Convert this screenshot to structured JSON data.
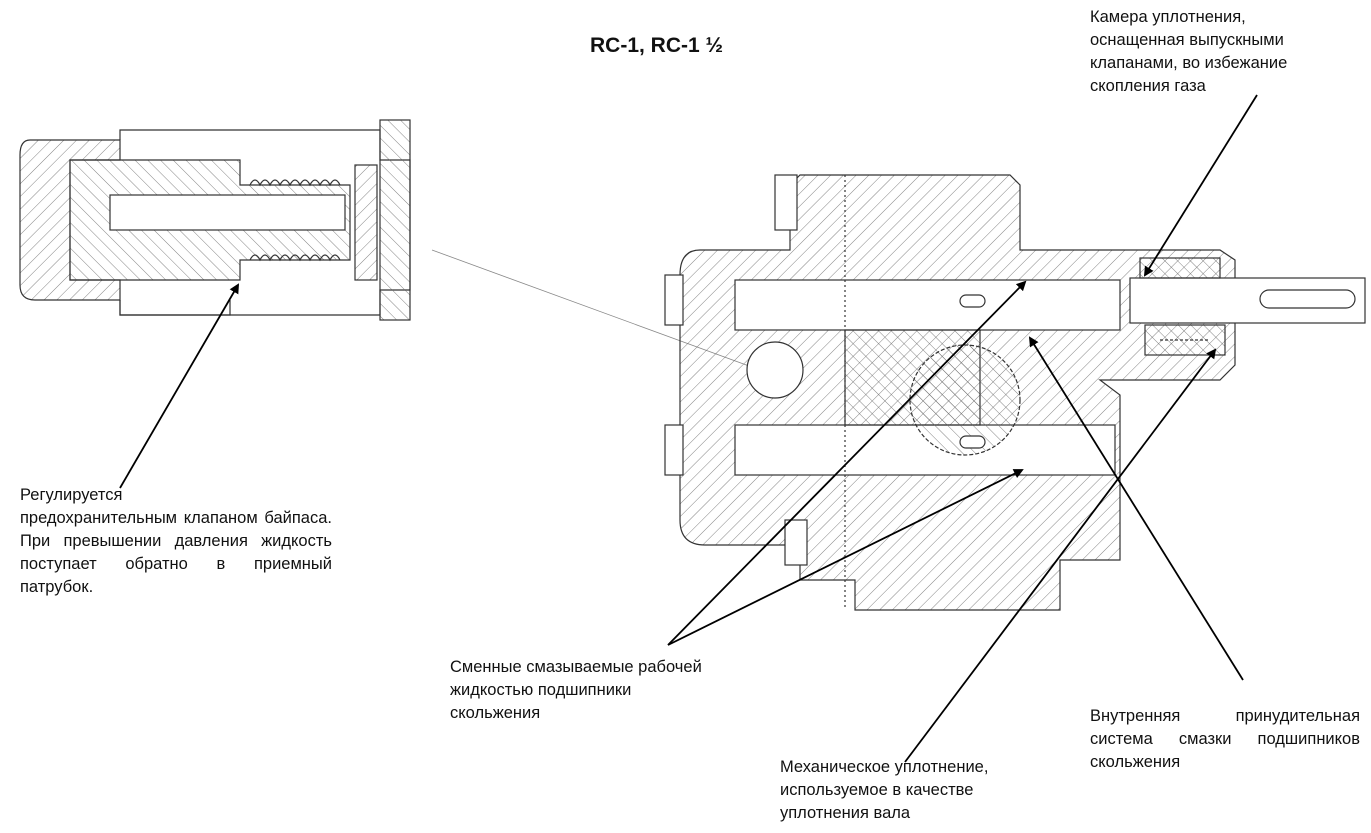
{
  "title": "RC-1, RC-1 ½",
  "labels": {
    "seal_chamber": [
      "Камера уплотнения,",
      "оснащенная выпускными",
      "клапанами, во избежание",
      "скопления газа"
    ],
    "relief_valve_first": "Регулируется",
    "relief_valve_rest": "предохранительным клапаном байпаса. При превышении давления жидкость поступает обратно в приемный патрубок.",
    "bearings": [
      "Сменные смазываемые рабочей",
      "жидкостью подшипники",
      "скольжения"
    ],
    "mech_seal": [
      "Механическое уплотнение,",
      "используемое в качестве",
      "уплотнения вала"
    ],
    "lubrication": "Внутренняя принудительная система смазки подшипников скольжения"
  }
}
